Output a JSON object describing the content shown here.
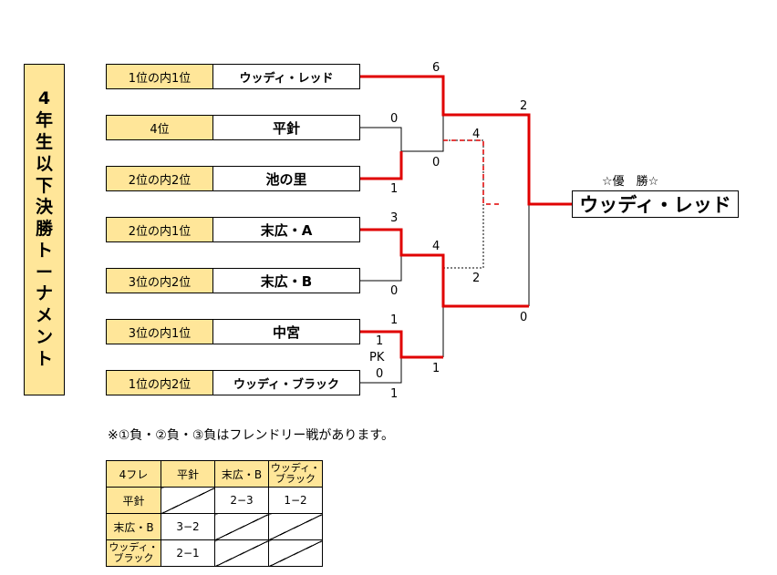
{
  "title_chars": [
    "4",
    "年",
    "生",
    "以",
    "下",
    "決",
    "勝",
    "ト",
    "ー",
    "ナ",
    "メ",
    "ン",
    "ト"
  ],
  "entries": [
    {
      "seed": "1位の内1位",
      "team": "ウッディ・レッド"
    },
    {
      "seed": "4位",
      "team": "平針"
    },
    {
      "seed": "2位の内2位",
      "team": "池の里"
    },
    {
      "seed": "2位の内1位",
      "team": "末広・A"
    },
    {
      "seed": "3位の内2位",
      "team": "末広・B"
    },
    {
      "seed": "3位の内1位",
      "team": "中宮"
    },
    {
      "seed": "1位の内2位",
      "team": "ウッディ・ブラック"
    }
  ],
  "scores": {
    "r1_woody_red": "6",
    "r1_hirabari": "0",
    "r1_ikenosato": "1",
    "r1_hirabari_b": "0",
    "r1_suehiro_a": "3",
    "r1_suehiro_b": "0",
    "r1_nakamiya": "1",
    "r1_nakamiya_pk": "1",
    "pk_label": "PK",
    "r1_black_pk": "0",
    "r1_black": "1",
    "sf1_top": "4",
    "sf1_bottom": "2",
    "sf2_top": "4",
    "sf2_bottom": "1",
    "final_top": "2",
    "final_bottom": "0"
  },
  "champion": {
    "label": "☆優　勝☆",
    "team": "ウッディ・レッド"
  },
  "note": "※①負・②負・③負はフレンドリー戦があります。",
  "friendly": {
    "header": [
      "4フレ",
      "平針",
      "末広・B",
      "ウッディ・\nブラック"
    ],
    "rows": [
      {
        "name": "平針",
        "cells": [
          "",
          "2−3",
          "1−2"
        ]
      },
      {
        "name": "末広・B",
        "cells": [
          "3−2",
          "",
          ""
        ]
      },
      {
        "name": "ウッディ・\nブラック",
        "cells": [
          "2−1",
          "",
          ""
        ]
      }
    ]
  },
  "colors": {
    "winner": "#e00000",
    "seed_bg": "#ffe699"
  }
}
